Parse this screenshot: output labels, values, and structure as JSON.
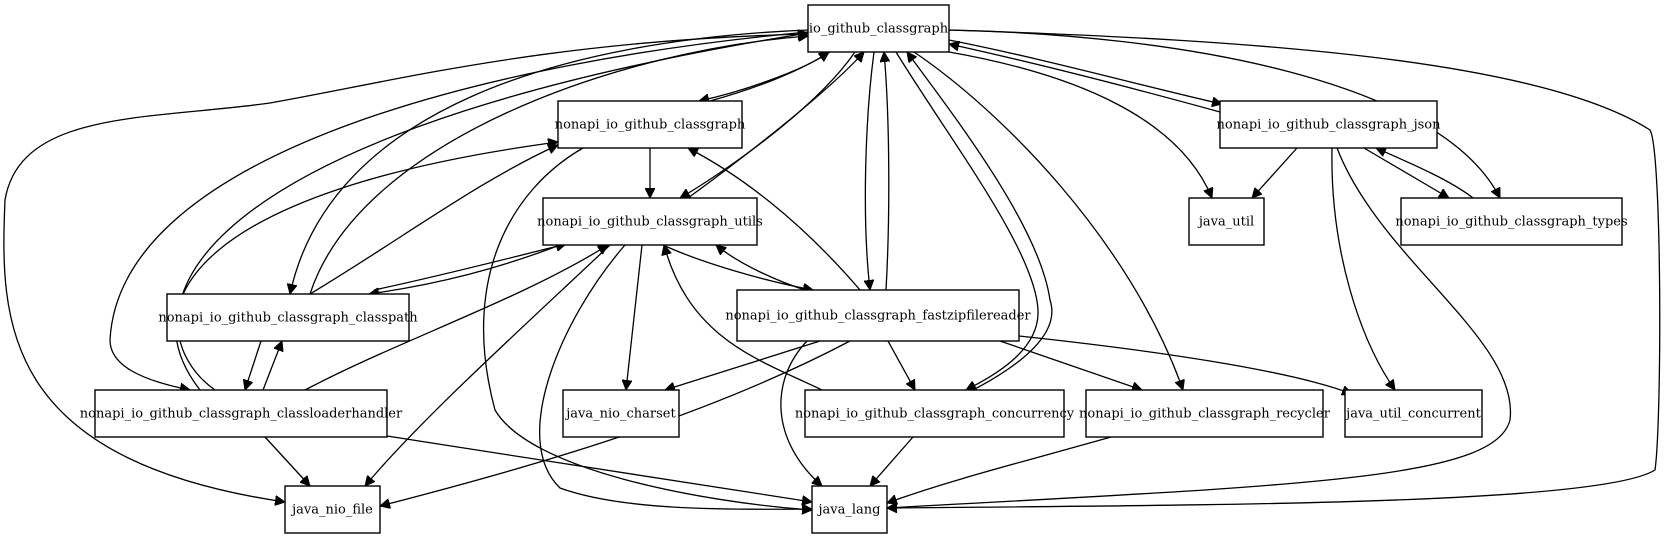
{
  "diagram": {
    "nodes": [
      {
        "id": "io_github_classgraph",
        "label": "io_github_classgraph"
      },
      {
        "id": "nonapi_io_github_classgraph",
        "label": "nonapi_io_github_classgraph"
      },
      {
        "id": "nonapi_io_github_classgraph_json",
        "label": "nonapi_io_github_classgraph_json"
      },
      {
        "id": "nonapi_io_github_classgraph_utils",
        "label": "nonapi_io_github_classgraph_utils"
      },
      {
        "id": "java_util",
        "label": "java_util"
      },
      {
        "id": "nonapi_io_github_classgraph_types",
        "label": "nonapi_io_github_classgraph_types"
      },
      {
        "id": "nonapi_io_github_classgraph_classpath",
        "label": "nonapi_io_github_classgraph_classpath"
      },
      {
        "id": "nonapi_io_github_classgraph_fastzipfilereader",
        "label": "nonapi_io_github_classgraph_fastzipfilereader"
      },
      {
        "id": "nonapi_io_github_classgraph_classloaderhandler",
        "label": "nonapi_io_github_classgraph_classloaderhandler"
      },
      {
        "id": "java_nio_charset",
        "label": "java_nio_charset"
      },
      {
        "id": "nonapi_io_github_classgraph_concurrency",
        "label": "nonapi_io_github_classgraph_concurrency"
      },
      {
        "id": "nonapi_io_github_classgraph_recycler",
        "label": "nonapi_io_github_classgraph_recycler"
      },
      {
        "id": "java_util_concurrent",
        "label": "java_util_concurrent"
      },
      {
        "id": "java_nio_file",
        "label": "java_nio_file"
      },
      {
        "id": "java_lang",
        "label": "java_lang"
      }
    ],
    "edges": [
      {
        "from": "io_github_classgraph",
        "to": "nonapi_io_github_classgraph"
      },
      {
        "from": "nonapi_io_github_classgraph",
        "to": "io_github_classgraph"
      },
      {
        "from": "io_github_classgraph",
        "to": "nonapi_io_github_classgraph_utils"
      },
      {
        "from": "nonapi_io_github_classgraph_utils",
        "to": "io_github_classgraph"
      },
      {
        "from": "io_github_classgraph",
        "to": "nonapi_io_github_classgraph_json"
      },
      {
        "from": "nonapi_io_github_classgraph_json",
        "to": "io_github_classgraph"
      },
      {
        "from": "io_github_classgraph",
        "to": "java_util"
      },
      {
        "from": "io_github_classgraph",
        "to": "nonapi_io_github_classgraph_types"
      },
      {
        "from": "io_github_classgraph",
        "to": "nonapi_io_github_classgraph_classpath"
      },
      {
        "from": "nonapi_io_github_classgraph_classpath",
        "to": "io_github_classgraph"
      },
      {
        "from": "io_github_classgraph",
        "to": "nonapi_io_github_classgraph_fastzipfilereader"
      },
      {
        "from": "nonapi_io_github_classgraph_fastzipfilereader",
        "to": "io_github_classgraph"
      },
      {
        "from": "io_github_classgraph",
        "to": "nonapi_io_github_classgraph_classloaderhandler"
      },
      {
        "from": "nonapi_io_github_classgraph_classloaderhandler",
        "to": "io_github_classgraph"
      },
      {
        "from": "io_github_classgraph",
        "to": "nonapi_io_github_classgraph_concurrency"
      },
      {
        "from": "nonapi_io_github_classgraph_concurrency",
        "to": "io_github_classgraph"
      },
      {
        "from": "io_github_classgraph",
        "to": "nonapi_io_github_classgraph_recycler"
      },
      {
        "from": "io_github_classgraph",
        "to": "java_nio_file"
      },
      {
        "from": "io_github_classgraph",
        "to": "java_lang"
      },
      {
        "from": "nonapi_io_github_classgraph",
        "to": "nonapi_io_github_classgraph_utils"
      },
      {
        "from": "nonapi_io_github_classgraph",
        "to": "java_lang"
      },
      {
        "from": "nonapi_io_github_classgraph_json",
        "to": "java_util"
      },
      {
        "from": "nonapi_io_github_classgraph_json",
        "to": "nonapi_io_github_classgraph_types"
      },
      {
        "from": "nonapi_io_github_classgraph_types",
        "to": "nonapi_io_github_classgraph_json"
      },
      {
        "from": "nonapi_io_github_classgraph_json",
        "to": "java_util_concurrent"
      },
      {
        "from": "nonapi_io_github_classgraph_json",
        "to": "java_lang"
      },
      {
        "from": "nonapi_io_github_classgraph_utils",
        "to": "nonapi_io_github_classgraph_classpath"
      },
      {
        "from": "nonapi_io_github_classgraph_classpath",
        "to": "nonapi_io_github_classgraph_utils"
      },
      {
        "from": "nonapi_io_github_classgraph_utils",
        "to": "nonapi_io_github_classgraph_fastzipfilereader"
      },
      {
        "from": "nonapi_io_github_classgraph_fastzipfilereader",
        "to": "nonapi_io_github_classgraph_utils"
      },
      {
        "from": "nonapi_io_github_classgraph_utils",
        "to": "java_nio_charset"
      },
      {
        "from": "nonapi_io_github_classgraph_utils",
        "to": "java_nio_file"
      },
      {
        "from": "nonapi_io_github_classgraph_utils",
        "to": "java_lang"
      },
      {
        "from": "nonapi_io_github_classgraph_classpath",
        "to": "nonapi_io_github_classgraph"
      },
      {
        "from": "nonapi_io_github_classgraph_classpath",
        "to": "nonapi_io_github_classgraph_classloaderhandler"
      },
      {
        "from": "nonapi_io_github_classgraph_classloaderhandler",
        "to": "nonapi_io_github_classgraph_classpath"
      },
      {
        "from": "nonapi_io_github_classgraph_classloaderhandler",
        "to": "nonapi_io_github_classgraph"
      },
      {
        "from": "nonapi_io_github_classgraph_classloaderhandler",
        "to": "nonapi_io_github_classgraph_utils"
      },
      {
        "from": "nonapi_io_github_classgraph_classloaderhandler",
        "to": "java_nio_file"
      },
      {
        "from": "nonapi_io_github_classgraph_classloaderhandler",
        "to": "java_lang"
      },
      {
        "from": "nonapi_io_github_classgraph_fastzipfilereader",
        "to": "nonapi_io_github_classgraph"
      },
      {
        "from": "nonapi_io_github_classgraph_fastzipfilereader",
        "to": "java_nio_charset"
      },
      {
        "from": "nonapi_io_github_classgraph_fastzipfilereader",
        "to": "nonapi_io_github_classgraph_concurrency"
      },
      {
        "from": "nonapi_io_github_classgraph_fastzipfilereader",
        "to": "nonapi_io_github_classgraph_recycler"
      },
      {
        "from": "nonapi_io_github_classgraph_fastzipfilereader",
        "to": "java_util_concurrent"
      },
      {
        "from": "nonapi_io_github_classgraph_fastzipfilereader",
        "to": "java_nio_file"
      },
      {
        "from": "nonapi_io_github_classgraph_fastzipfilereader",
        "to": "java_lang"
      },
      {
        "from": "nonapi_io_github_classgraph_concurrency",
        "to": "nonapi_io_github_classgraph_utils"
      },
      {
        "from": "nonapi_io_github_classgraph_concurrency",
        "to": "java_lang"
      },
      {
        "from": "nonapi_io_github_classgraph_recycler",
        "to": "java_lang"
      }
    ]
  }
}
